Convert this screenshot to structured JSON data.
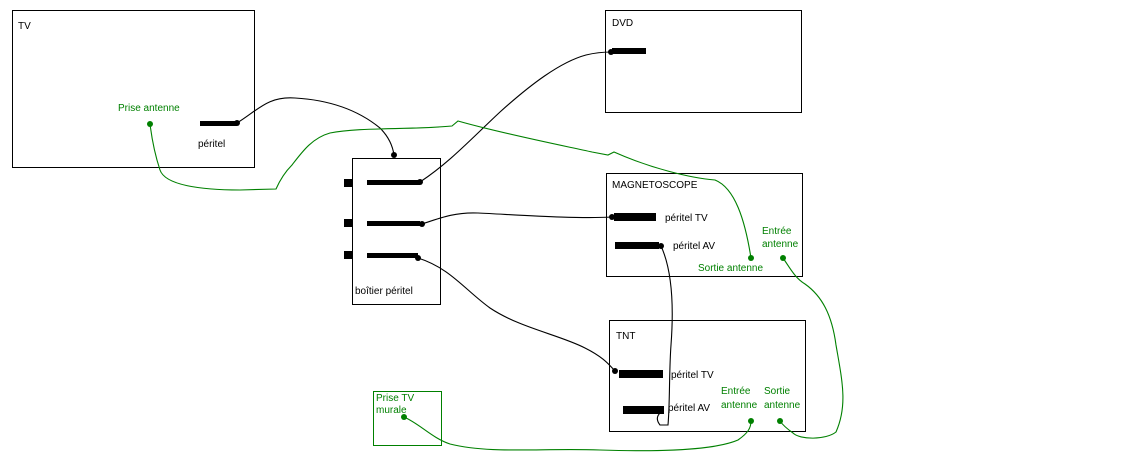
{
  "colors": {
    "line": "#000000",
    "antenna": "#008000"
  },
  "devices": {
    "tv": {
      "title": "TV",
      "antenna_label": "Prise antenne",
      "scart_label": "péritel"
    },
    "dvd": {
      "title": "DVD"
    },
    "scart_box": {
      "title": "boîtier péritel"
    },
    "vcr": {
      "title": "MAGNETOSCOPE",
      "scart_tv": "péritel TV",
      "scart_av": "péritel AV",
      "antenna_out_label": "Sortie antenne",
      "antenna_in_label_1": "Entrée",
      "antenna_in_label_2": "antenne"
    },
    "tnt": {
      "title": "TNT",
      "scart_tv": "péritel TV",
      "scart_av": "péritel AV",
      "antenna_in_label_1": "Entrée",
      "antenna_in_label_2": "antenne",
      "antenna_out_label_1": "Sortie",
      "antenna_out_label_2": "antenne"
    },
    "wall": {
      "label_1": "Prise TV",
      "label_2": "murale"
    }
  }
}
